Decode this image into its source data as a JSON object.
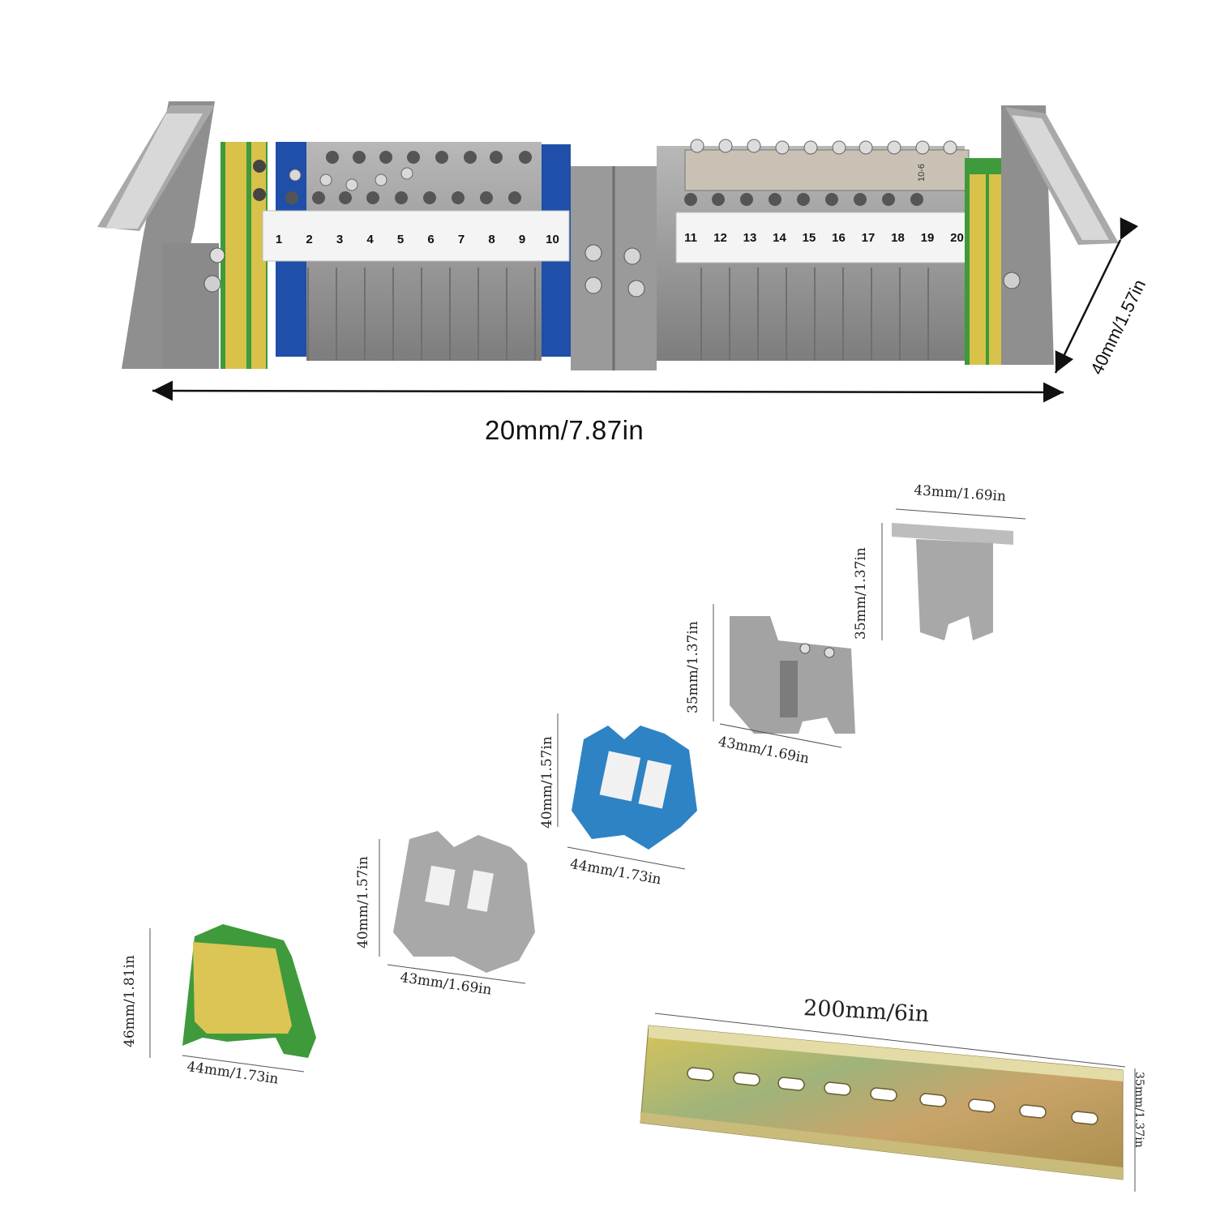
{
  "assembly": {
    "terminal_numbers": [
      "1",
      "2",
      "3",
      "4",
      "5",
      "6",
      "7",
      "8",
      "9",
      "10",
      "11",
      "12",
      "13",
      "14",
      "15",
      "16",
      "17",
      "18",
      "19",
      "20"
    ],
    "jumper_label": "10-6",
    "width_label": "20mm/7.87in",
    "height_label": "40mm/1.57in"
  },
  "parts": {
    "end_bracket": {
      "width_label": "43mm/1.69in",
      "height_label": "35mm/1.37in"
    },
    "end_plate": {
      "width_label": "43mm/1.69in",
      "height_label": "35mm/1.37in"
    },
    "blue_terminal": {
      "width_label": "44mm/1.73in",
      "height_label": "40mm/1.57in"
    },
    "grey_terminal": {
      "width_label": "43mm/1.69in",
      "height_label": "40mm/1.57in"
    },
    "ground_terminal": {
      "width_label": "44mm/1.73in",
      "height_label": "46mm/1.81in"
    },
    "din_rail": {
      "width_label": "200mm/6in",
      "height_label": "35mm/1.37in"
    }
  },
  "colors": {
    "grey": "#9a9a9a",
    "blue": "#1f4fa8",
    "light_blue": "#2d83c4",
    "red": "#8e1d26",
    "yellow": "#d8c24a",
    "green": "#3f9a3c",
    "rail": "#b8a35a"
  }
}
